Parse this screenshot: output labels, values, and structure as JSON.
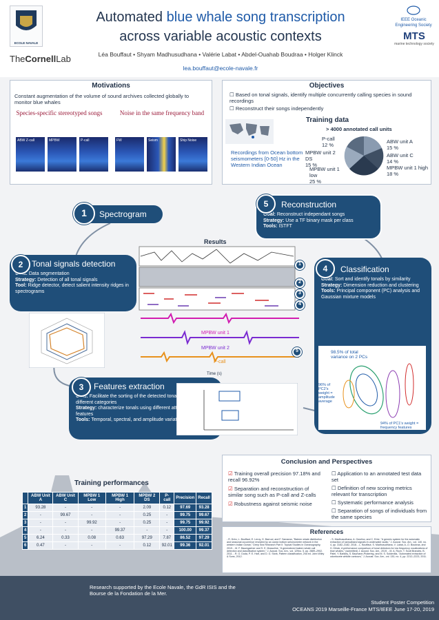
{
  "header": {
    "title_line1_a": "Automated",
    "title_line1_b": "blue whale song transcription",
    "title_line2": "across variable acoustic contexts",
    "authors": "Léa Bouffaut • Shyam Madhusudhana • Valérie Labat • Abdel-Ouahab Boudraa • Holger Klinck",
    "email": "lea.bouffaut@ecole-navale.fr",
    "logo_left_text": "ECOLE NAVALE",
    "logo_cornell_a": "The",
    "logo_cornell_b": "Cornell",
    "logo_cornell_c": "Lab",
    "logo_oes": "IEEE Oceanic Engineering Society",
    "logo_mts": "MTS",
    "logo_mts_sub": "marine technology society"
  },
  "motivations": {
    "title": "Motivations",
    "text": "Constant augmentation of the volume of sound archives collected globally to monitor blue whales",
    "left_subtitle": "Species-specific stereotyped songs",
    "right_subtitle": "Noise in the same frequency band",
    "spectrograms": [
      "ABW Z-call",
      "MPBW",
      "P-call",
      "FW",
      "Seism",
      "Ship Noise"
    ]
  },
  "objectives": {
    "title": "Objectives",
    "items": [
      "Based on tonal signals, identify multiple concurrently calling species in sound recordings",
      "Reconstruct their songs independently"
    ],
    "training_title": "Training data",
    "training_count": "> 4000 annotated call units",
    "map_caption": "Recordings from Ocean bottom seismometers [0-50] Hz in the Western Indian Ocean",
    "labels": [
      {
        "name": "P-call",
        "pct": "12 %"
      },
      {
        "name": "MPBW unit 2 DS",
        "pct": "15 %"
      },
      {
        "name": "MPBW unit 1 low",
        "pct": "25 %"
      },
      {
        "name": "ABW unit A",
        "pct": "15 %"
      },
      {
        "name": "ABW unit C",
        "pct": "14 %"
      },
      {
        "name": "MPBW unit 1 high",
        "pct": "18 %"
      }
    ]
  },
  "workflow": {
    "step1": {
      "num": "1",
      "title": "Spectrogram"
    },
    "step2": {
      "num": "2",
      "title": "Tonal signals detection",
      "goal_label": "Goal:",
      "goal": "Data segmentation",
      "strategy_label": "Strategy:",
      "strategy": "Detection of all tonal signals",
      "tool_label": "Tool:",
      "tool": "Ridge detector, detect salient intensity ridges in spectrograms"
    },
    "step3": {
      "num": "3",
      "title": "Features extraction",
      "goal_label": "Goal:",
      "goal": "Facilitate the sorting of the detected tonal signals into different categories",
      "strategy_label": "Strategy:",
      "strategy": "characterize tonals using different attributes or features",
      "tools_label": "Tools:",
      "tools": "Temporal, spectral, and amplitude variations"
    },
    "step4": {
      "num": "4",
      "title": "Classification",
      "goal_label": "Goal:",
      "goal": "Sort and identify tonals by similarity",
      "strategy_label": "Strategy:",
      "strategy": "Dimension reduction and clustering",
      "tools_label": "Tools:",
      "tools": "Principal component (PC) analysis and Gaussian mixture models",
      "pc_note1": "98.5% of total variance on 2 PCs",
      "pc_note2": "96% of PC2's weight = amplitude average",
      "pc_note3": "94% of PC1's weight = frequency features"
    },
    "step5": {
      "num": "5",
      "title": "Reconstruction",
      "goal_label": "Goal:",
      "goal": "Reconstruct independant songs",
      "strategy_label": "Strategy:",
      "strategy": "Use a TF binary mask per class",
      "tools_label": "Tools:",
      "tools": "ISTFT"
    },
    "results_title": "Results",
    "results_xlabel": "Time (s)",
    "results_tracks": [
      "MPBW unit 1",
      "MPBW unit 2",
      "P-call"
    ]
  },
  "training_performances": {
    "title": "Training performances",
    "headers": [
      "",
      "ABW Unit A",
      "ABW Unit C",
      "MPBW 1 Low",
      "MPBW 1 High",
      "MPBW 2 DS",
      "P-call",
      "Precision",
      "Recall"
    ],
    "rows": [
      [
        "1",
        "93.28",
        "-",
        "-",
        "-",
        "2.09",
        "0.12",
        "97.69",
        "93.28"
      ],
      [
        "2",
        "-",
        "99.67",
        "-",
        "-",
        "0.25",
        "-",
        "99.75",
        "99.67"
      ],
      [
        "3",
        "-",
        "-",
        "99.92",
        "-",
        "0.25",
        "-",
        "99.75",
        "99.92"
      ],
      [
        "4",
        "-",
        "-",
        "-",
        "99.37",
        "-",
        "-",
        "100.00",
        "99.37"
      ],
      [
        "5",
        "6.24",
        "0.33",
        "0.08",
        "0.63",
        "97.29",
        "7.87",
        "86.52",
        "97.29"
      ],
      [
        "6",
        "0.47",
        "-",
        "-",
        "-",
        "0.12",
        "92.01",
        "99.36",
        "92.01"
      ]
    ]
  },
  "conclusion": {
    "title": "Conclusion and Perspectives",
    "left": [
      "Training overall precision 97.18% and recall 96.92%",
      "Separation and reconstruction of similar song such as P-call and Z-calls",
      "Robustness against seismic noise"
    ],
    "right": [
      "Application to an annotated test data set",
      "Definition of new scoring metrics relevant for transcription",
      "Systematic performance analysis",
      "Separation of songs of individuals from the same species"
    ]
  },
  "references": {
    "title": "References",
    "left": "- R. Dréo, L. Bouffaut, E. Leroy, G. Barruol, and F. Samaran, \"Baleen whale distribution and seasonal occurrence revealed by an ocean bottom seismometer network in the western Indian Ocean,\" Deep Sea Research Part II: Topical Studies in Oceanography, 2019. - M. F. Baumgartner and S. E. Mussoline, \"A generalized baleen whale call detection and classification system,\" J. Acoust. Soc. Am., vol. 129no. 5, pp. 2889–2902, 2011. - R. O. Duda, P. E. Hart, and D. G. Stork, Pattern classification, 2nd ed. John Wiley & Sons, 2012.",
    "right": "- S. Madhusudhana, A. Gavrilov, and C. Erbe, \"A generic system for the automatic extraction of narrowband signals in underwater audio,\" J. Acoust. Soc. Am., vol. 140, no. 4, pp. 3182–3182, 2018. - L. Bouffaut, S. Madhusudhana, V. Labat, A.-O. Boudraa, and H. Klinck, A performance comparison of tonal detectors for low frequency vocalizations of blue whales,\" (submitted) J. Acoust. Soc. Am., 2019. - M. A. Roch, T. Scott Brandes, B. Patel, Y. Barkley, S. Baumann-Pickering, and M. S. Soldevilla, \"Automated extraction of odontocete whistle contours,\" J. Acoust. Soc. Am., vol. 130, no. 4, pp. 2212–2223, 2011."
  },
  "footer": {
    "support": "Research supported by the Ecole Navale, the GdR ISIS and the Bourse de la Fondation de la Mer.",
    "competition": "Student Poster Competition",
    "conference": "OCEANS 2019 Marseille-France MTS/IEEE June 17-20, 2019"
  }
}
